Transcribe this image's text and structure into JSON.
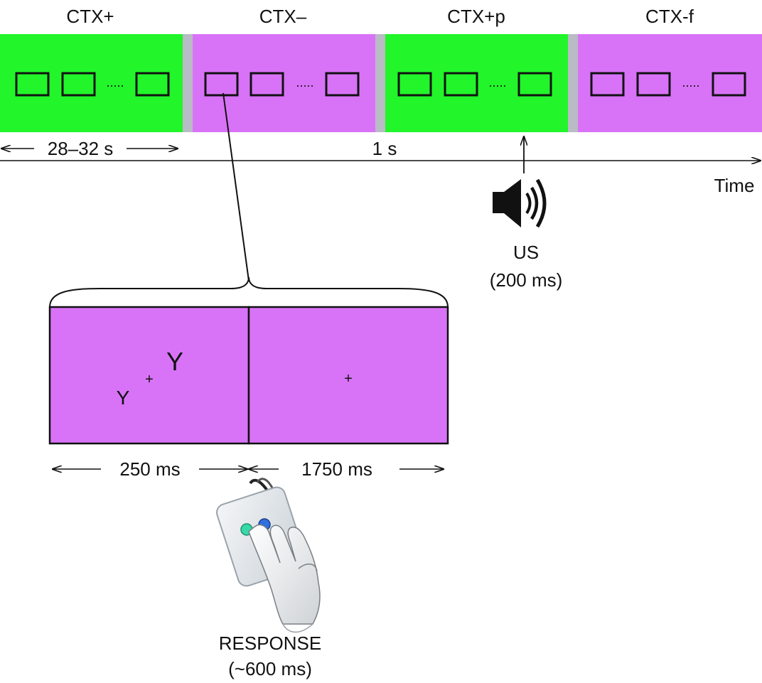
{
  "contexts": [
    {
      "label": "CTX+",
      "color": "#22f52a"
    },
    {
      "label": "CTX–",
      "color": "#d873f7"
    },
    {
      "label": "CTX+p",
      "color": "#22f52a"
    },
    {
      "label": "CTX-f",
      "color": "#d873f7"
    }
  ],
  "separator_color": "#b9bcc4",
  "block_dots": ".....",
  "timeline": {
    "duration_label": "28–32 s",
    "interval_label": "1 s",
    "axis_label": "Time"
  },
  "us": {
    "label": "US",
    "duration": "(200 ms)",
    "icon": "speaker-icon"
  },
  "trial": {
    "color": "#d873f7",
    "panel1_letters": [
      "Y",
      "Y"
    ],
    "fixation": "+",
    "durations": [
      "250 ms",
      "1750 ms"
    ]
  },
  "response": {
    "label": "RESPONSE",
    "duration": "(~600 ms)",
    "icon": "hand-response-box-icon"
  }
}
